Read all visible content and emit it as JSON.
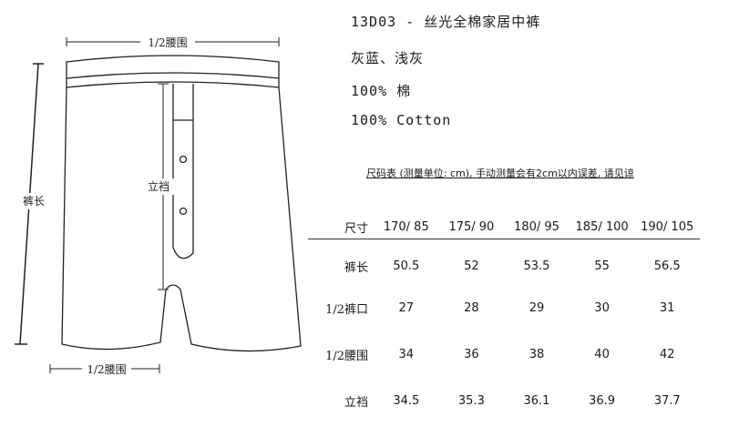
{
  "product": {
    "title": "13D03 - 丝光全棉家居中裤",
    "colors": "灰蓝、浅灰",
    "material_cn": "100% 棉",
    "material_en": "100% Cotton"
  },
  "diagram": {
    "top_width_label": "1/2腰围",
    "bottom_width_label": "1/2腰围",
    "length_label": "裤长",
    "rise_label": "立裆"
  },
  "size_chart": {
    "note": "尺码表 (测量单位: cm), 手动测量会有2cm以内误差, 请见谅",
    "header_label": "尺寸",
    "sizes": [
      "170/ 85",
      "175/ 90",
      "180/ 95",
      "185/ 100",
      "190/ 105"
    ],
    "rows": [
      {
        "label": "裤长",
        "values": [
          "50.5",
          "52",
          "53.5",
          "55",
          "56.5"
        ]
      },
      {
        "label": "1/2裤口",
        "values": [
          "27",
          "28",
          "29",
          "30",
          "31"
        ]
      },
      {
        "label": "1/2腰围",
        "values": [
          "34",
          "36",
          "38",
          "40",
          "42"
        ]
      },
      {
        "label": "立裆",
        "values": [
          "34.5",
          "35.3",
          "36.1",
          "36.9",
          "37.7"
        ]
      }
    ]
  }
}
